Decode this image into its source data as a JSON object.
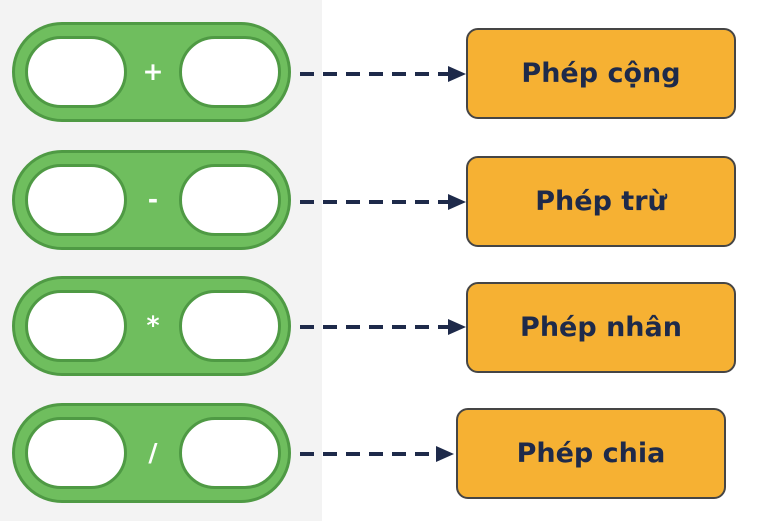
{
  "colors": {
    "block_fill": "#6fbe5e",
    "block_border": "#4f9a44",
    "label_fill": "#f6b133",
    "label_text": "#1e2a4a",
    "arrow": "#1e2a4a",
    "panel_bg": "#f3f3f3"
  },
  "rows": [
    {
      "operator": "+",
      "label": "Phép cộng"
    },
    {
      "operator": "-",
      "label": "Phép trừ"
    },
    {
      "operator": "*",
      "label": "Phép nhân"
    },
    {
      "operator": "/",
      "label": "Phép chia"
    }
  ]
}
